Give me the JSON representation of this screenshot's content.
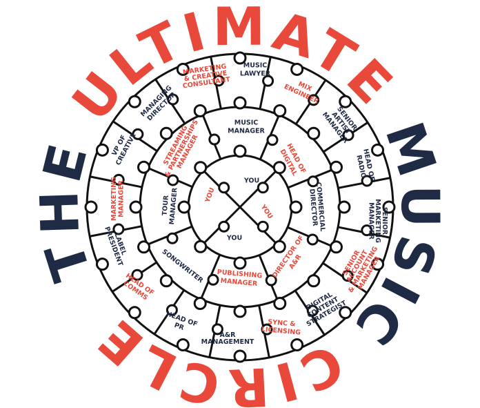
{
  "colors": {
    "red": "#e8493a",
    "navy": "#1f2b45",
    "line": "#111111"
  },
  "title": {
    "words": [
      {
        "text": "THE",
        "color": "navy"
      },
      {
        "text": "ULTIMATE",
        "color": "red"
      },
      {
        "text": "MUSIC",
        "color": "navy"
      },
      {
        "text": "CIRCLE",
        "color": "red"
      }
    ]
  },
  "inner_ring": [
    {
      "lines": [
        "YOU"
      ],
      "color": "navy"
    },
    {
      "lines": [
        "YOU"
      ],
      "color": "red"
    },
    {
      "lines": [
        "YOU"
      ],
      "color": "red"
    },
    {
      "lines": [
        "YOU"
      ],
      "color": "navy"
    }
  ],
  "middle_ring": [
    {
      "lines": [
        "MUSIC",
        "MANAGER"
      ],
      "color": "navy"
    },
    {
      "lines": [
        "HEAD OF",
        "DIGITAL"
      ],
      "color": "red"
    },
    {
      "lines": [
        "COMMERCIAL",
        "DIRECTOR"
      ],
      "color": "navy"
    },
    {
      "lines": [
        "DIRECTOR OF",
        "A&R"
      ],
      "color": "red"
    },
    {
      "lines": [
        "PUBLISHING",
        "MANAGER"
      ],
      "color": "red"
    },
    {
      "lines": [
        "SONGWRITER"
      ],
      "color": "navy"
    },
    {
      "lines": [
        "TOUR",
        "MANAGER"
      ],
      "color": "navy"
    },
    {
      "lines": [
        "STREAMING",
        "& PARTNERSHIPS",
        "MANAGER"
      ],
      "color": "red"
    }
  ],
  "outer_ring": [
    {
      "lines": [
        "MUSIC",
        "LAWYER"
      ],
      "color": "navy"
    },
    {
      "lines": [
        "MIX",
        "ENGINEER"
      ],
      "color": "red"
    },
    {
      "lines": [
        "SENIOR",
        "ARTIST",
        "MANAGER"
      ],
      "color": "navy"
    },
    {
      "lines": [
        "HEAD OF",
        "RADIO"
      ],
      "color": "navy"
    },
    {
      "lines": [
        "SENIOR",
        "MARKETING",
        "MANAGER"
      ],
      "color": "navy"
    },
    {
      "lines": [
        "SENIOR",
        "ACCOUNT",
        "& MARKETING",
        "MANAGER"
      ],
      "color": "red"
    },
    {
      "lines": [
        "DIGITAL",
        "CONTENT",
        "STRATEGIST"
      ],
      "color": "navy"
    },
    {
      "lines": [
        "SYNC &",
        "LICENSING"
      ],
      "color": "red"
    },
    {
      "lines": [
        "A&R",
        "MANAGEMENT"
      ],
      "color": "navy"
    },
    {
      "lines": [
        "HEAD OF",
        "PR"
      ],
      "color": "navy"
    },
    {
      "lines": [
        "HEAD OF",
        "COMMS"
      ],
      "color": "red"
    },
    {
      "lines": [
        "LABEL",
        "PRESIDENT"
      ],
      "color": "navy"
    },
    {
      "lines": [
        "MARKETING",
        "MANAGER"
      ],
      "color": "red"
    },
    {
      "lines": [
        "VP OF",
        "CREATIVE"
      ],
      "color": "navy"
    },
    {
      "lines": [
        "MANAGING",
        "DIRECTOR"
      ],
      "color": "navy"
    },
    {
      "lines": [
        "MARKETING",
        "& CREATIVE",
        "CONSULTANT"
      ],
      "color": "red"
    }
  ]
}
